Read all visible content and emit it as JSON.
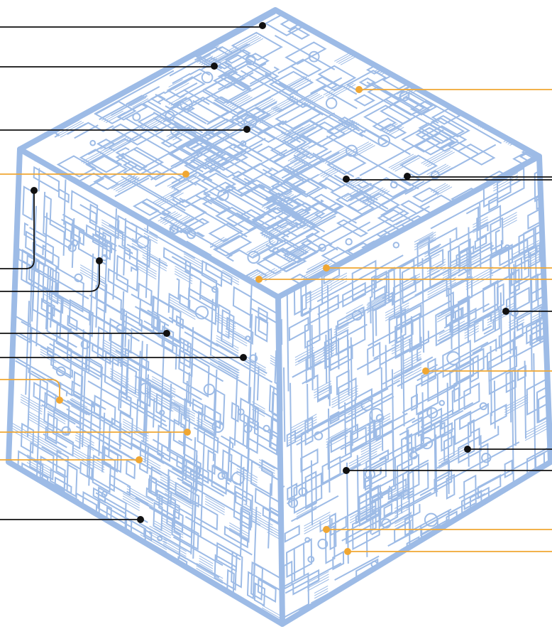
{
  "colors": {
    "background": "#ffffff",
    "cube_stroke": "#9dbbe6",
    "cube_fill": "#ffffff",
    "black_callout": "#111111",
    "orange_callout": "#f0a733"
  },
  "figure": {
    "subject": "isometric-greebled-cube",
    "faces": [
      "top",
      "left",
      "right"
    ]
  },
  "callouts": {
    "black_count": 13,
    "orange_count": 10
  }
}
